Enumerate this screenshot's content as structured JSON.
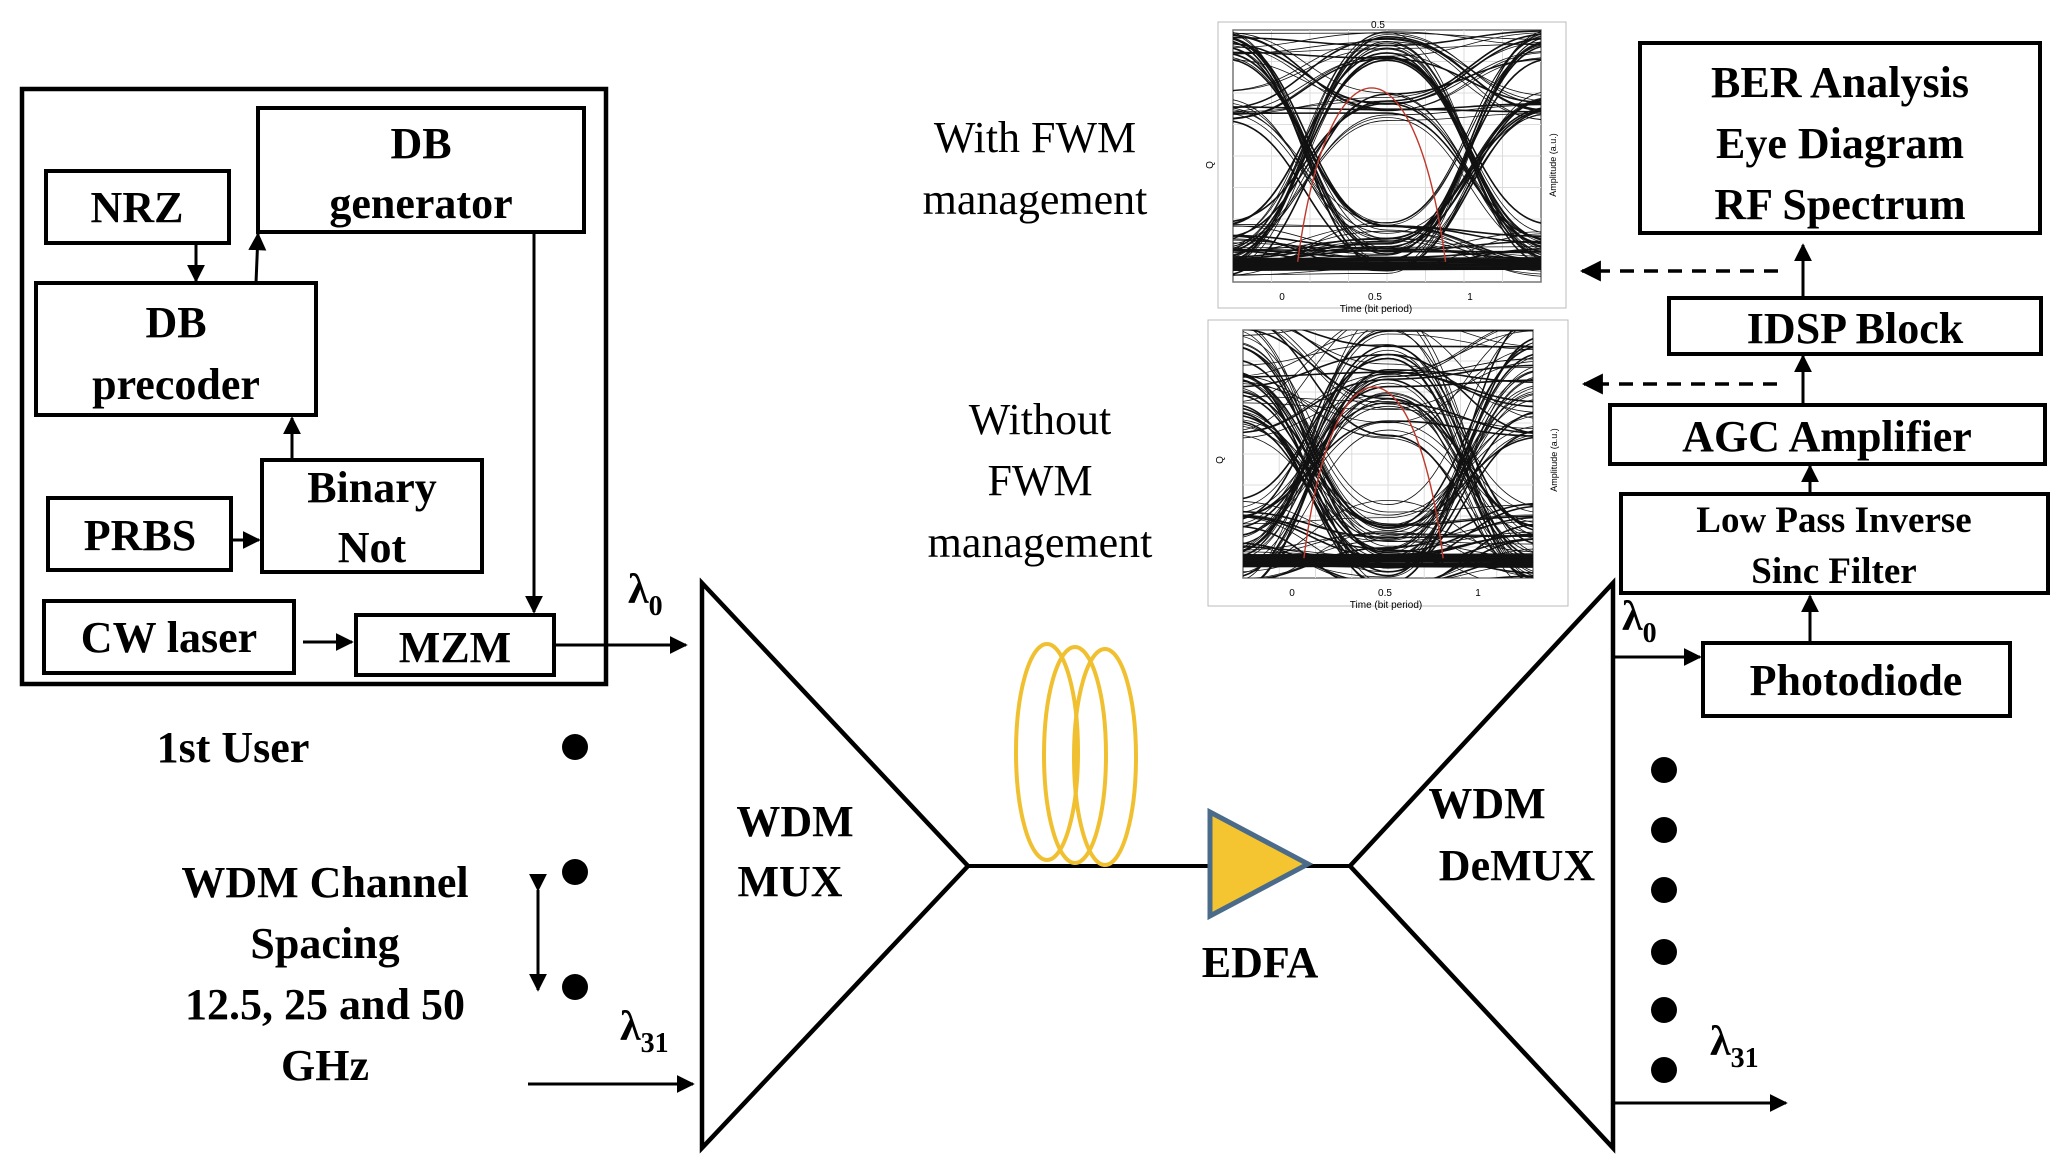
{
  "blocks": {
    "nrz": "NRZ",
    "db_generator": [
      "DB",
      "generator"
    ],
    "db_precoder": [
      "DB",
      "precoder"
    ],
    "prbs": "PRBS",
    "binary_not": [
      "Binary",
      "Not"
    ],
    "cw_laser": "CW laser",
    "mzm": "MZM",
    "wdm_mux": [
      "WDM",
      "MUX"
    ],
    "wdm_demux": [
      "WDM",
      "DeMUX"
    ],
    "edfa": "EDFA",
    "photodiode": "Photodiode",
    "lpf": [
      "Low Pass Inverse",
      "Sinc  Filter"
    ],
    "agc": "AGC Amplifier",
    "idsp": "IDSP Block",
    "ber": [
      "BER Analysis",
      "Eye Diagram",
      "RF Spectrum"
    ]
  },
  "labels": {
    "first_user": "1st User",
    "spacing": [
      "WDM Channel",
      "Spacing",
      "12.5, 25 and 50",
      "GHz"
    ],
    "with_fwm": [
      "With FWM",
      "management"
    ],
    "without_fwm": [
      "Without",
      "FWM",
      "management"
    ],
    "lambda_symbol": "λ",
    "lambda0_sub": "0",
    "lambda31_sub": "31"
  },
  "eye_plots": {
    "axis_x_label": "Time (bit period)",
    "axis_y_label": "Q",
    "axis_y2_label": "Amplitude (a.u.)",
    "x_ticks": [
      "0",
      "0.5",
      "1"
    ],
    "top_x_tick": "0.5"
  },
  "colors": {
    "fiber": "#F0C030",
    "edfa_fill": "#F5C531",
    "edfa_stroke": "#4A6B8A",
    "eye_trace": "#111111",
    "eye_highlight": "#C0392B"
  }
}
